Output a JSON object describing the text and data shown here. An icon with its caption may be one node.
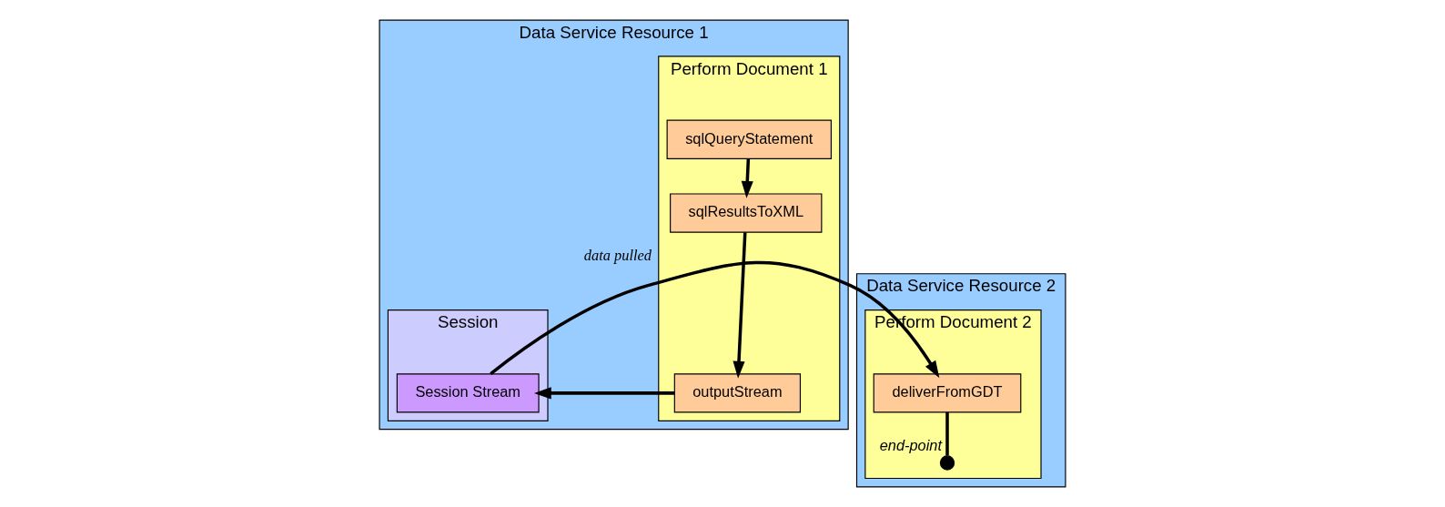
{
  "diagram": {
    "nodes": [
      {
        "text": [
          "Data Service Resource 1"
        ]
      },
      {
        "text": [
          "Perform Document 1"
        ],
        "in": 0
      },
      {
        "text": [
          "sqlQueryStatement"
        ],
        "in": 1
      },
      {
        "text": [
          "sqlResultsToXML"
        ],
        "in": 1
      },
      {
        "text": [
          "outputStream"
        ],
        "in": 1
      },
      {
        "text": [
          "Session"
        ],
        "in": 0
      },
      {
        "text": [
          "Session Stream"
        ],
        "in": 5
      },
      {
        "text": [
          "Data Service Resource 2"
        ]
      },
      {
        "text": [
          "Perform Document 2"
        ],
        "in": 7
      },
      {
        "text": [
          "deliverFromGDT"
        ],
        "in": 8
      },
      {
        "text": [],
        "shape": "circle",
        "beside": [
          "end-point"
        ],
        "in": 8
      }
    ],
    "edges": [
      {
        "from": 2,
        "to": 3,
        "arrow": "to"
      },
      {
        "from": 3,
        "to": 4,
        "arrow": "to"
      },
      {
        "from": 4,
        "to": 6,
        "arrow": "to"
      },
      {
        "from": 6,
        "to": 9,
        "arrow": "to",
        "label": "data pulled"
      },
      {
        "from": 9,
        "to": 10,
        "arrow": "none"
      }
    ]
  }
}
